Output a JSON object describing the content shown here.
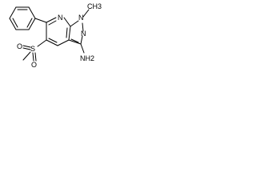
{
  "molecule": {
    "labels": {
      "n_pyridine": "N",
      "n1": "N",
      "n2": "N",
      "sulfur": "S",
      "oxygen_left": "O",
      "oxygen_bottom": "O",
      "amine": "NH2",
      "methyl": "CH3"
    },
    "label_color": "#000000",
    "bond_color": "#000000"
  }
}
